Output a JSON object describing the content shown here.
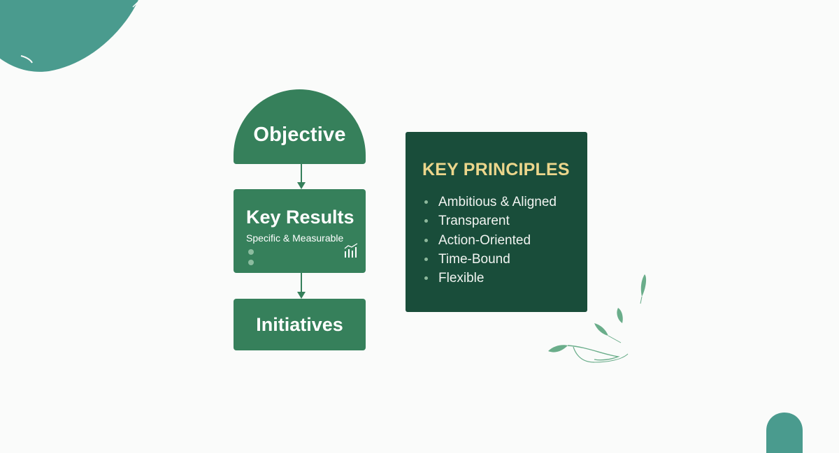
{
  "diagram": {
    "flow": [
      {
        "id": "objective",
        "label": "Objective"
      },
      {
        "id": "key-results",
        "label": "Key Results",
        "subtitle": "Specific & Measurable"
      },
      {
        "id": "initiatives",
        "label": "Initiatives"
      }
    ],
    "principles": {
      "title": "KEY PRINCIPLES",
      "items": [
        "Ambitious & Aligned",
        "Transparent",
        "Action-Oriented",
        "Time-Bound",
        "Flexible"
      ]
    }
  },
  "colors": {
    "flow_green": "#36805b",
    "panel_green": "#194d3a",
    "title_gold": "#ecd68c",
    "teal_blob": "#4a9b8e",
    "leaf_green": "#6aad8a",
    "background": "#fafbfa"
  }
}
